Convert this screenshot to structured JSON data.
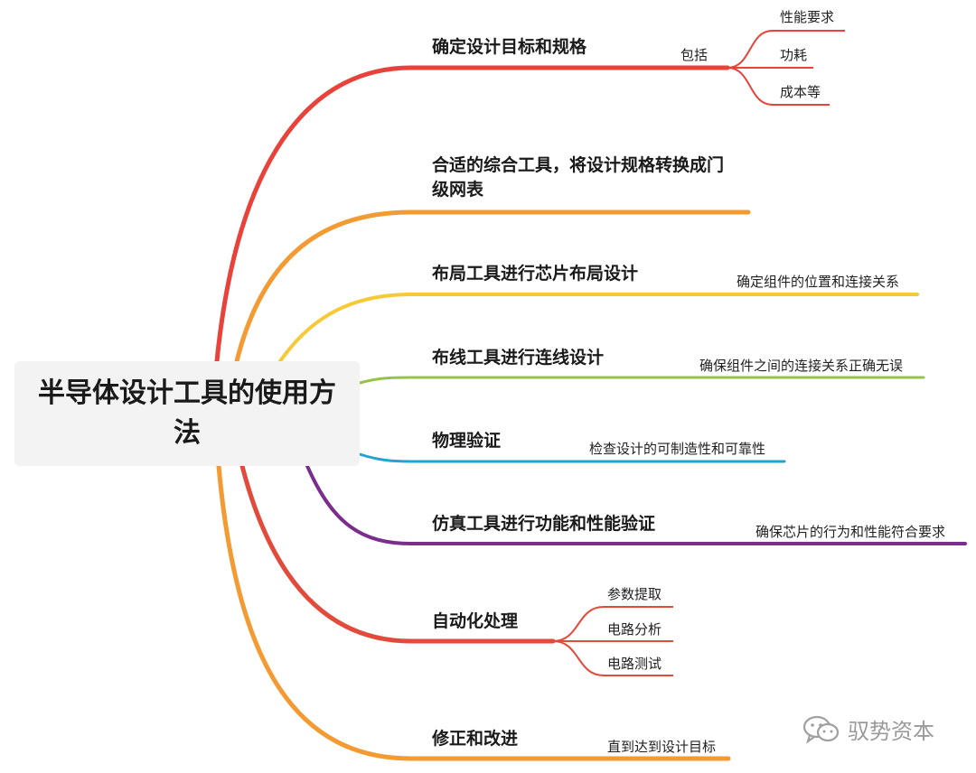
{
  "center": {
    "title": "半导体设计工具的使用方法"
  },
  "branches": [
    {
      "label": "确定设计目标和规格",
      "connector": "包括",
      "children": [
        "性能要求",
        "功耗",
        "成本等"
      ],
      "color": "#e8423a"
    },
    {
      "label": "合适的综合工具，将设计规格转换成门级网表",
      "children": [],
      "color": "#f39a32"
    },
    {
      "label": "布局工具进行芯片布局设计",
      "children": [
        "确定组件的位置和连接关系"
      ],
      "color": "#f6c935"
    },
    {
      "label": "布线工具进行连线设计",
      "children": [
        "确保组件之间的连接关系正确无误"
      ],
      "color": "#95c24b"
    },
    {
      "label": "物理验证",
      "children": [
        "检查设计的可制造性和可靠性"
      ],
      "color": "#1fa5cf"
    },
    {
      "label": "仿真工具进行功能和性能验证",
      "children": [
        "确保芯片的行为和性能符合要求"
      ],
      "color": "#7b2d8e"
    },
    {
      "label": "自动化处理",
      "children": [
        "参数提取",
        "电路分析",
        "电路测试"
      ],
      "color": "#e24a3b"
    },
    {
      "label": "修正和改进",
      "children": [
        "直到达到设计目标"
      ],
      "color": "#f39a32"
    }
  ],
  "watermark": {
    "text": "驭势资本",
    "icon": "wechat-icon"
  }
}
